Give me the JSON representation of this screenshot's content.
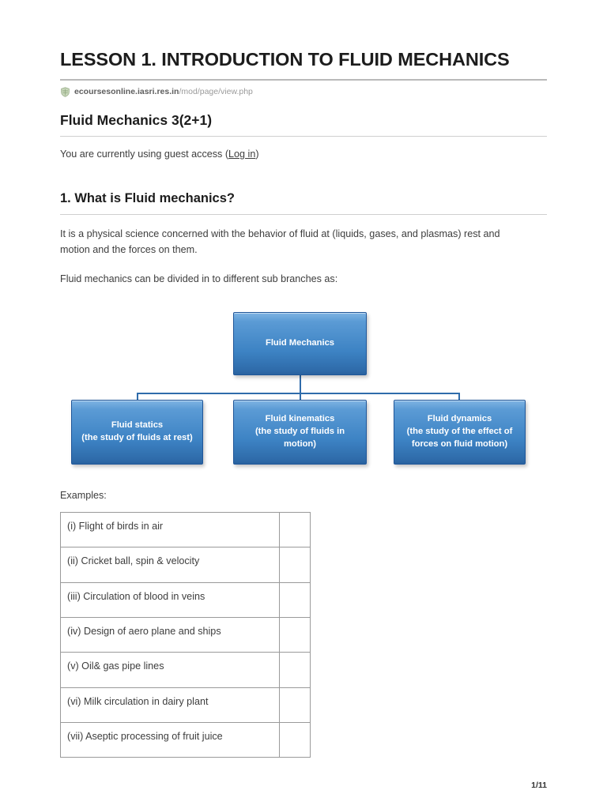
{
  "document": {
    "title": "LESSON 1. INTRODUCTION TO FLUID MECHANICS",
    "source": {
      "favicon": "shield-favicon",
      "domain": "ecoursesonline.iasri.res.in",
      "path": "/mod/page/view.php"
    },
    "course_title": "Fluid Mechanics 3(2+1)",
    "guest_notice_prefix": "You are currently using guest access (",
    "guest_login_link": "Log in",
    "guest_notice_suffix": ")",
    "section_title": "1. What is Fluid mechanics?",
    "paragraphs": [
      "It is a physical science concerned with the behavior of fluid at (liquids, gases, and plasmas) rest and motion and the forces on them.",
      "Fluid mechanics can be divided in to different sub branches as:"
    ],
    "examples_label": "Examples:",
    "footer": "1/11"
  },
  "diagram": {
    "type": "tree",
    "accent_color": "#3d83c4",
    "border_color": "#1f5699",
    "connector_color": "#2f6cab",
    "text_color": "#ffffff",
    "root": {
      "label": "Fluid Mechanics"
    },
    "children": [
      {
        "label": "Fluid statics",
        "description": "(the study of fluids at rest)"
      },
      {
        "label": "Fluid kinematics",
        "description": "(the study of fluids in motion)"
      },
      {
        "label": "Fluid dynamics",
        "description": "(the study of the effect of forces on fluid motion)"
      }
    ]
  },
  "examples_table": {
    "rows": [
      {
        "text": "(i) Flight of birds in air",
        "note": ""
      },
      {
        "text": "(ii) Cricket ball, spin & velocity",
        "note": ""
      },
      {
        "text": "(iii) Circulation of blood in veins",
        "note": ""
      },
      {
        "text": "(iv) Design of aero plane and ships",
        "note": ""
      },
      {
        "text": "(v) Oil& gas pipe lines",
        "note": ""
      },
      {
        "text": "(vi) Milk circulation in dairy plant",
        "note": ""
      },
      {
        "text": "(vii) Aseptic processing of fruit juice",
        "note": ""
      }
    ]
  }
}
